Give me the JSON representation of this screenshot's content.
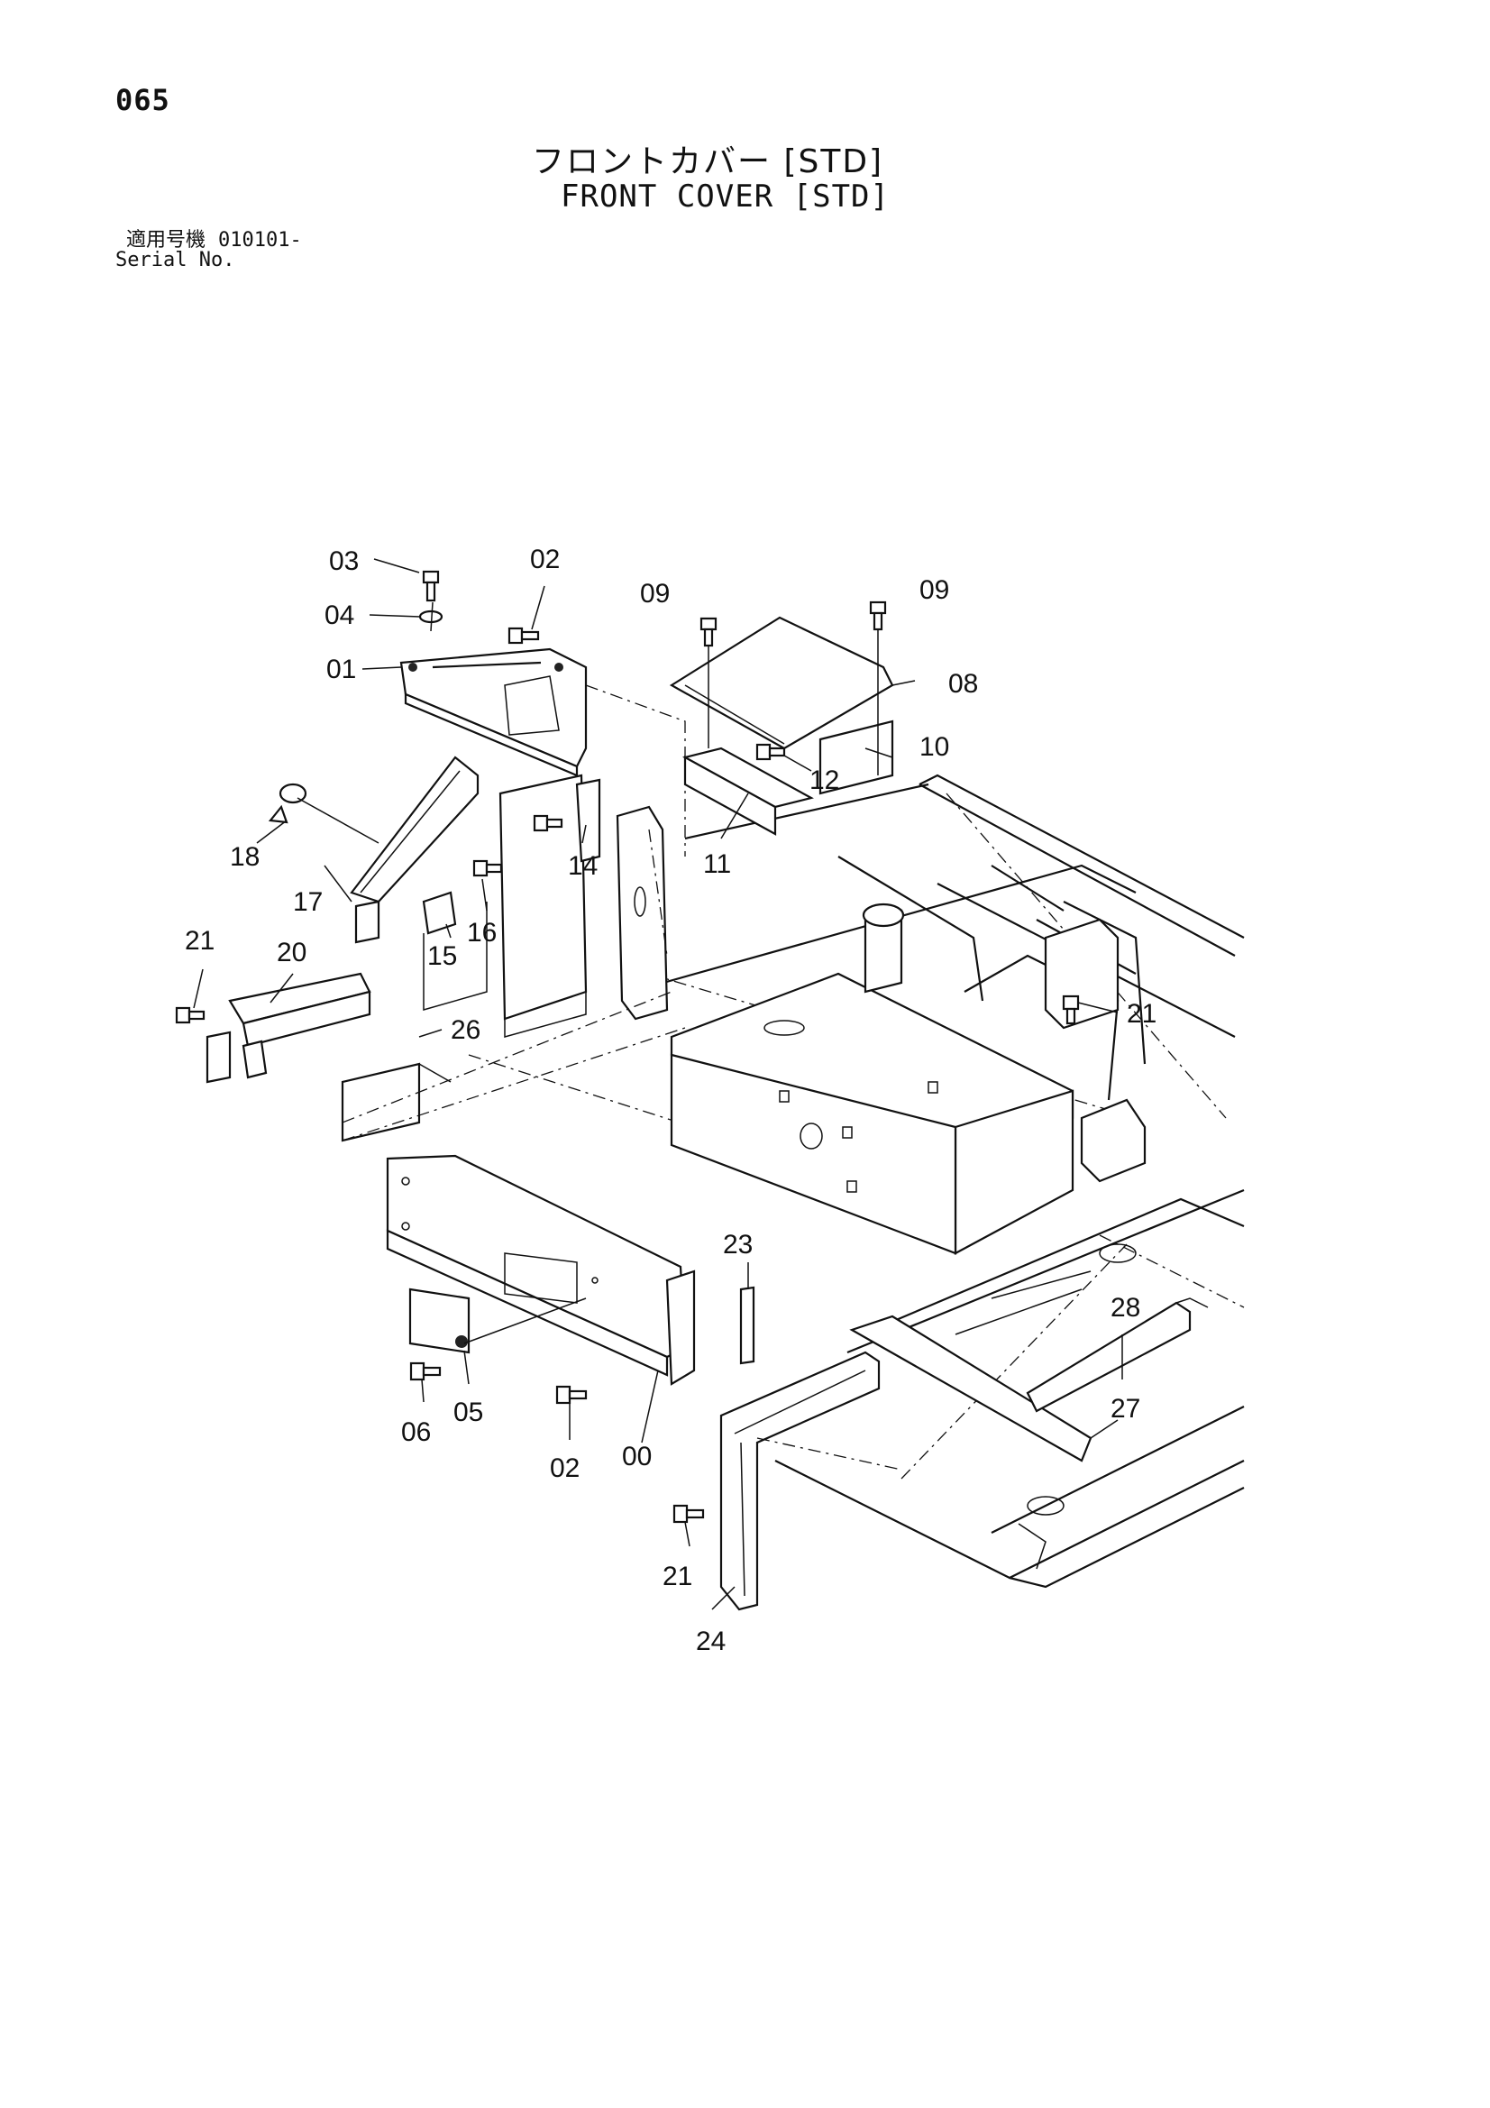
{
  "page": {
    "number": "065"
  },
  "title": {
    "japanese": "フロントカバー [STD]",
    "english": "FRONT COVER [STD]"
  },
  "serial": {
    "label_jp": "適用号機",
    "value": "010101-",
    "label_en": "Serial No."
  },
  "callouts": {
    "c00": "00",
    "c01": "01",
    "c02a": "02",
    "c02b": "02",
    "c03": "03",
    "c04": "04",
    "c05": "05",
    "c06": "06",
    "c08": "08",
    "c09a": "09",
    "c09b": "09",
    "c10": "10",
    "c11": "11",
    "c12": "12",
    "c14": "14",
    "c15": "15",
    "c16": "16",
    "c17": "17",
    "c18": "18",
    "c20": "20",
    "c21a": "21",
    "c21b": "21",
    "c21c": "21",
    "c23": "23",
    "c24": "24",
    "c26": "26",
    "c27": "27",
    "c28": "28"
  }
}
